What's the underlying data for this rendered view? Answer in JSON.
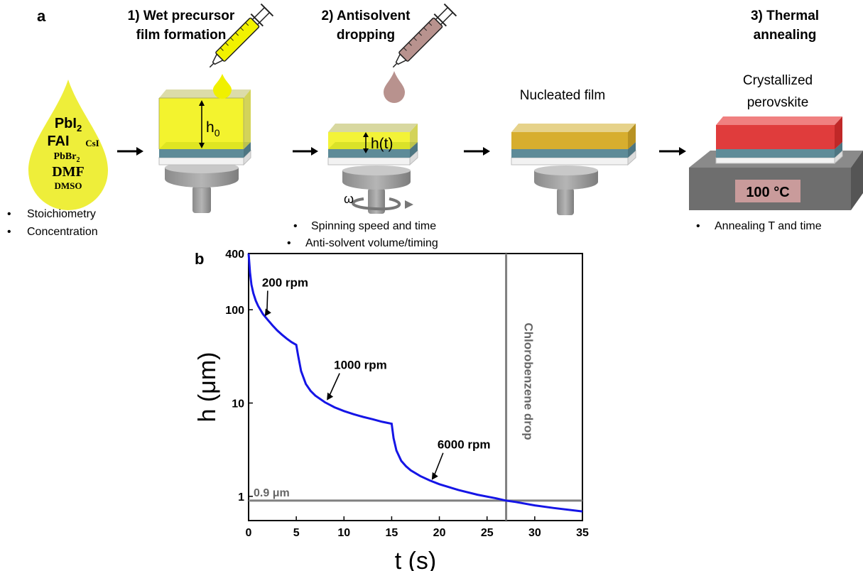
{
  "panel_a": {
    "label": "a",
    "steps": [
      {
        "line1": "1) Wet precursor",
        "line2": "film formation"
      },
      {
        "line1": "2) Antisolvent",
        "line2": "dropping"
      },
      {
        "line1": "3) Thermal",
        "line2": "annealing"
      }
    ],
    "droplet": {
      "pbi2": "PbI",
      "sub2": "2",
      "fai": "FAI",
      "csi": "CsI",
      "pbbr2": "PbBr",
      "dmf": "DMF",
      "dmso": "DMSO"
    },
    "h0_main": "h",
    "h0_sub": "0",
    "ht": "h(t)",
    "omega": "ω",
    "nucleated": "Nucleated film",
    "crystallized_1": "Crystallized",
    "crystallized_2": "perovskite",
    "hotplate_temp": "100 °C",
    "bullets_left": [
      "Stoichiometry",
      "Concentration"
    ],
    "bullets_mid": [
      "Spinning speed and time",
      "Anti-solvent volume/timing"
    ],
    "bullets_right": [
      "Annealing T and time"
    ],
    "colors": {
      "precursor": "#f2f200",
      "antisolvent": "#b8928e",
      "nucleated": "#d9b43a",
      "perovskite": "#e03c3c",
      "substrate": "#5f8f9c",
      "hotplate": "#6e6e6e"
    }
  },
  "panel_b": {
    "label": "b"
  },
  "chart_data": {
    "type": "line",
    "xlabel": "t (s)",
    "ylabel": "h (μm)",
    "xlim": [
      0,
      35
    ],
    "ylim": [
      0.55,
      400
    ],
    "yscale": "log",
    "xticks": [
      0,
      5,
      10,
      15,
      20,
      25,
      30,
      35
    ],
    "yticks": [
      1,
      10,
      100,
      400
    ],
    "series": [
      {
        "color": "#1515e6",
        "x": [
          0,
          0.15,
          0.3,
          0.5,
          0.75,
          1,
          1.5,
          2,
          2.5,
          3,
          3.5,
          4,
          4.5,
          5,
          5.2,
          5.5,
          6,
          6.5,
          7,
          8,
          9,
          10,
          11,
          12,
          13,
          14,
          15,
          15.2,
          15.5,
          16,
          16.5,
          17,
          18,
          19,
          20,
          22,
          24,
          26,
          27,
          28,
          30,
          32,
          35
        ],
        "y": [
          400,
          250,
          185,
          150,
          125,
          110,
          90,
          78,
          68,
          60,
          54,
          49,
          45,
          42,
          32,
          22,
          16,
          13.5,
          12,
          10.2,
          9,
          8.2,
          7.6,
          7.1,
          6.7,
          6.3,
          6,
          4.2,
          3.1,
          2.4,
          2.1,
          1.9,
          1.65,
          1.48,
          1.35,
          1.17,
          1.04,
          0.95,
          0.9,
          0.87,
          0.8,
          0.75,
          0.69
        ]
      }
    ],
    "annotations": [
      {
        "text": "200 rpm",
        "x": 1.7,
        "y": 85
      },
      {
        "text": "1000 rpm",
        "x": 8.2,
        "y": 10.7
      },
      {
        "text": "6000 rpm",
        "x": 19.2,
        "y": 1.5
      }
    ],
    "vline": {
      "x": 27,
      "label": "Chlorobenzene drop"
    },
    "hline": {
      "y": 0.9,
      "label": "0.9 μm"
    }
  }
}
